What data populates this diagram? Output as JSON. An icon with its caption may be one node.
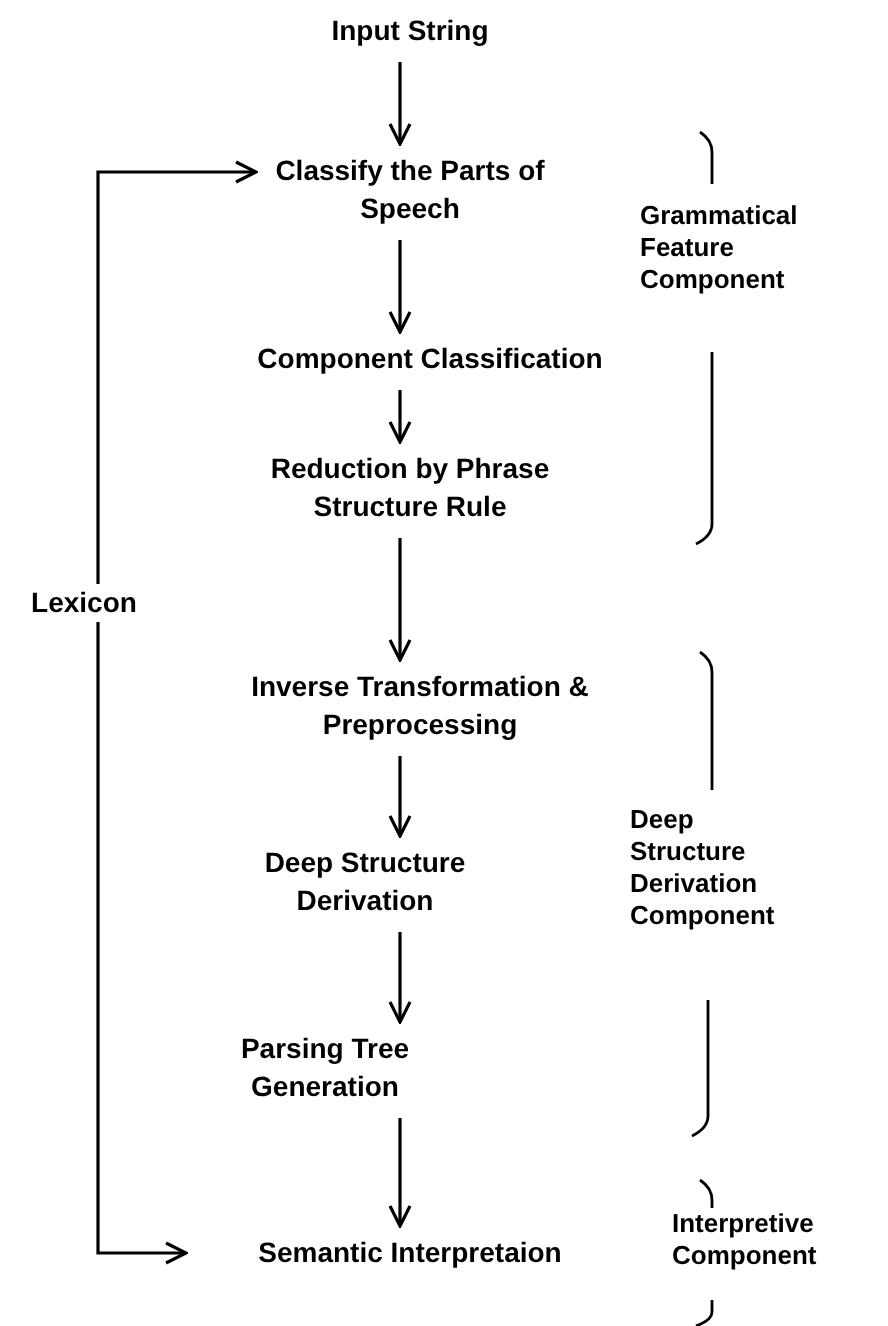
{
  "diagram": {
    "nodes": [
      {
        "text": [
          "Input String"
        ]
      },
      {
        "text": [
          "Classify the Parts of Speech"
        ]
      },
      {
        "text": [
          "Component Classification"
        ]
      },
      {
        "text": [
          "Reduction by Phrase Structure Rule"
        ]
      },
      {
        "text": [
          "Inverse Transformation & Preprocessing"
        ]
      },
      {
        "text": [
          "Deep Structure Derivation"
        ]
      },
      {
        "text": [
          "Parsing Tree Generation"
        ]
      },
      {
        "text": [
          "Semantic Interpretaion"
        ]
      },
      {
        "text": [
          "Lexicon"
        ]
      }
    ],
    "edges": [
      {
        "from": 0,
        "to": 1,
        "arrow": "to"
      },
      {
        "from": 1,
        "to": 2,
        "arrow": "to"
      },
      {
        "from": 2,
        "to": 3,
        "arrow": "to"
      },
      {
        "from": 3,
        "to": 4,
        "arrow": "to"
      },
      {
        "from": 4,
        "to": 5,
        "arrow": "to"
      },
      {
        "from": 5,
        "to": 6,
        "arrow": "to"
      },
      {
        "from": 6,
        "to": 7,
        "arrow": "to"
      },
      {
        "from": 8,
        "to": 1,
        "arrow": "to"
      },
      {
        "from": 8,
        "to": 7,
        "arrow": "to"
      }
    ],
    "labels": [
      "Grammatical Feature Component",
      "Deep Structure Derivation Component",
      "Interpretive Component"
    ]
  }
}
